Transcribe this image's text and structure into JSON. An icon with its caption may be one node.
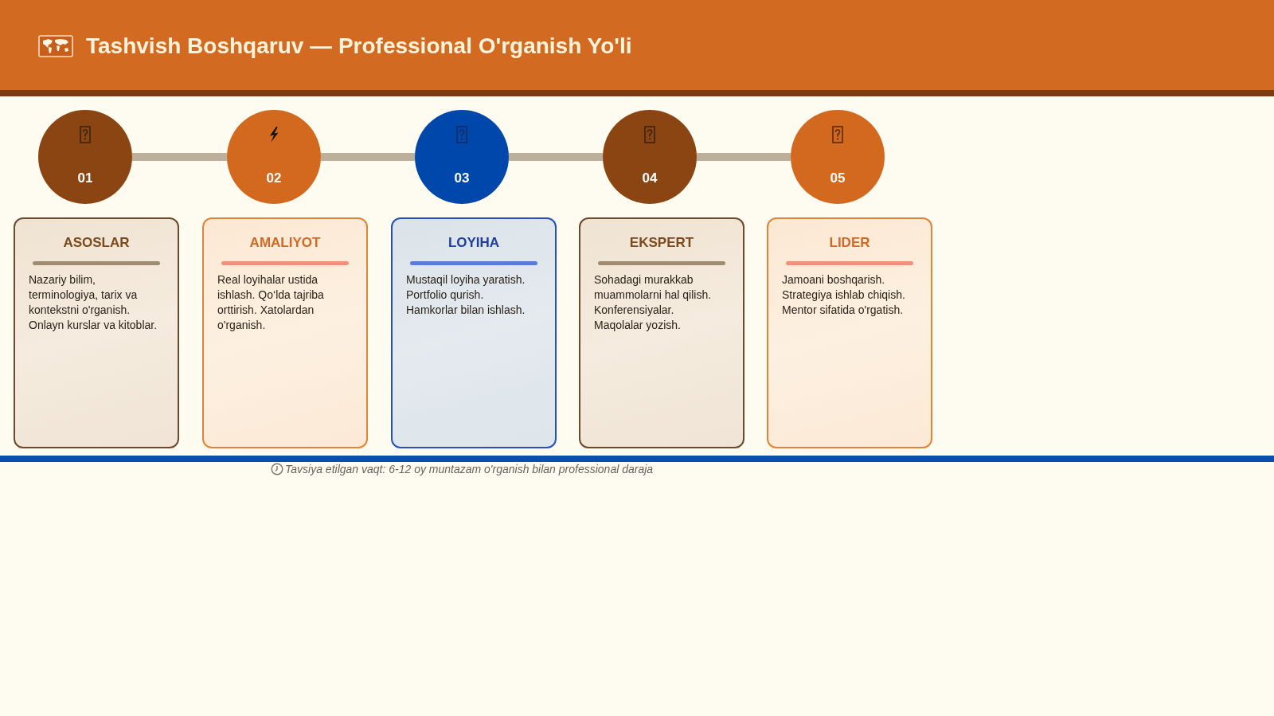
{
  "diagram": {
    "title": "Tashvish Boshqaruv — Professional O'rganish Yo'li",
    "nodes": [
      {
        "text": [
          "01"
        ]
      },
      {
        "text": [
          "02"
        ]
      },
      {
        "text": [
          "03"
        ]
      },
      {
        "text": [
          "04"
        ]
      },
      {
        "text": [
          "05"
        ]
      },
      {
        "text": [
          "ASOSLAR",
          "Nazariy bilim, terminologiya, tarix va kontekstni o'rganish. Onlayn kurslar va kitoblar."
        ]
      },
      {
        "text": [
          "AMALIYOT",
          "Real loyihalar ustida ishlash. Qo‘lda tajriba orttirish. Xatolardan o'rganish."
        ]
      },
      {
        "text": [
          "LOYIHA",
          "Mustaqil loyiha yaratish. Portfolio qurish. Hamkorlar bilan ishlash."
        ]
      },
      {
        "text": [
          "EKSPERT",
          "Sohadagi murakkab muammolarni hal qilish. Konferensiyalar. Maqolalar yozish."
        ]
      },
      {
        "text": [
          "LIDER",
          "Jamoani boshqarish. Strategiya ishlab chiqish. Mentor sifatida o'rgatish."
        ]
      }
    ],
    "edges": [
      {
        "from": 0,
        "to": 1,
        "arrow": "none"
      },
      {
        "from": 1,
        "to": 2,
        "arrow": "none"
      },
      {
        "from": 2,
        "to": 3,
        "arrow": "none"
      },
      {
        "from": 3,
        "to": 4,
        "arrow": "none"
      }
    ],
    "labels": [
      "Tavsiya etilgan vaqt: 6-12 oy muntazam o'rganish bilan professional daraja"
    ]
  }
}
